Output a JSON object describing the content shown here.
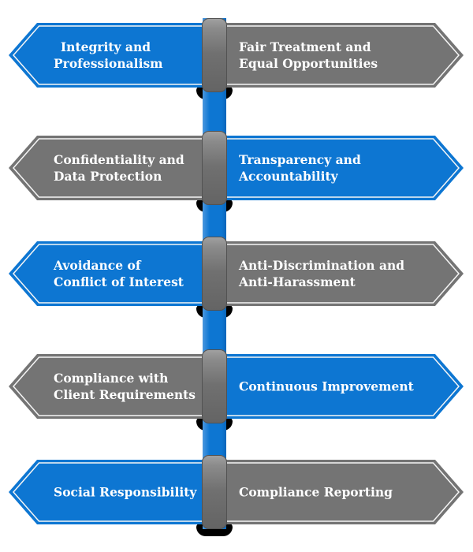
{
  "diagram": {
    "name": "code-of-conduct-arrow-diagram",
    "colors": {
      "blue": "#0d76d2",
      "gray": "#747474",
      "arrow_outline": "#f5f5f5",
      "connector_gray": "#707070",
      "spine_blue": "#0d76d2",
      "shadow_black": "#000000",
      "text_white": "#ffffff",
      "background": "#ffffff"
    },
    "rows": [
      {
        "left": {
          "text": "Integrity and\nProfessionalism",
          "variant": "blue",
          "align": "center"
        },
        "right": {
          "text": "Fair Treatment and\nEqual Opportunities",
          "variant": "gray",
          "align": "left"
        }
      },
      {
        "left": {
          "text": "Confidentiality and\nData Protection",
          "variant": "gray",
          "align": "left"
        },
        "right": {
          "text": "Transparency and\nAccountability",
          "variant": "blue",
          "align": "left"
        }
      },
      {
        "left": {
          "text": "Avoidance of\nConflict of Interest",
          "variant": "blue",
          "align": "left"
        },
        "right": {
          "text": "Anti-Discrimination and\nAnti-Harassment",
          "variant": "gray",
          "align": "left"
        }
      },
      {
        "left": {
          "text": "Compliance with\nClient Requirements",
          "variant": "gray",
          "align": "left"
        },
        "right": {
          "text": "Continuous Improvement",
          "variant": "blue",
          "align": "left"
        }
      },
      {
        "left": {
          "text": "Social Responsibility",
          "variant": "blue",
          "align": "left"
        },
        "right": {
          "text": "Compliance Reporting",
          "variant": "gray",
          "align": "left"
        }
      }
    ],
    "layout": {
      "row_tops": [
        28,
        171,
        305,
        448,
        582
      ],
      "connector_tops": [
        23,
        166,
        300,
        443,
        577
      ],
      "shadow_tops": [
        110,
        253,
        387,
        530,
        664
      ]
    }
  }
}
